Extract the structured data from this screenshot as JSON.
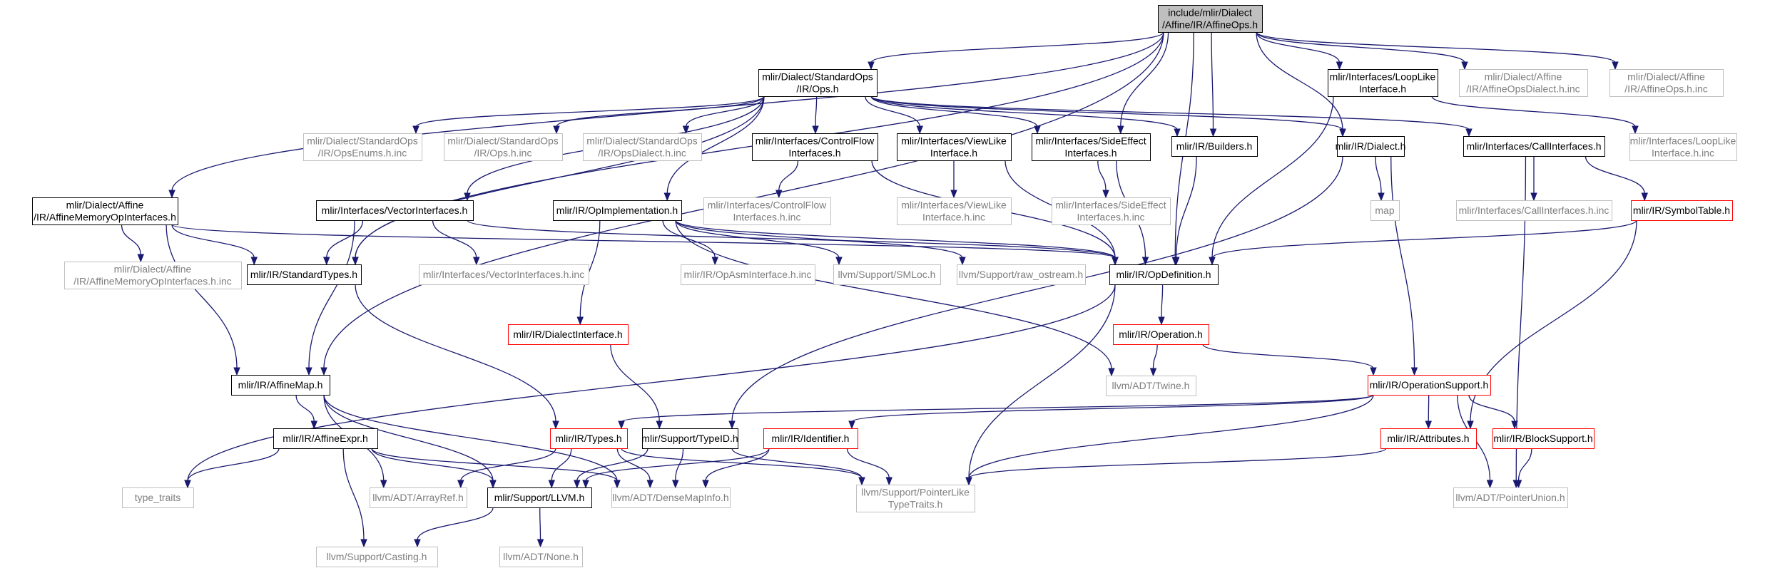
{
  "graph": {
    "title": "include/mlir/Dialect/Affine/IR/AffineOps.h",
    "colors": {
      "edge": "#191970",
      "root_fill": "#bfbfbf",
      "node_border": "#000000",
      "external_border": "#bfbfbf",
      "linked_border": "#ff0000",
      "text": "#000000",
      "external_text": "#7f7f7f"
    },
    "nodes": [
      {
        "id": "root",
        "lines": [
          "include/mlir/Dialect",
          "/Affine/IR/AffineOps.h"
        ],
        "kind": "root"
      },
      {
        "id": "std_ops",
        "lines": [
          "mlir/Dialect/StandardOps",
          "/IR/Ops.h"
        ],
        "kind": "doc"
      },
      {
        "id": "loop_like",
        "lines": [
          "mlir/Interfaces/LoopLike",
          "Interface.h"
        ],
        "kind": "doc"
      },
      {
        "id": "affine_ops_dialect_inc",
        "lines": [
          "mlir/Dialect/Affine",
          "/IR/AffineOpsDialect.h.inc"
        ],
        "kind": "ext"
      },
      {
        "id": "affine_ops_inc",
        "lines": [
          "mlir/Dialect/Affine",
          "/IR/AffineOps.h.inc"
        ],
        "kind": "ext"
      },
      {
        "id": "ops_enums_inc",
        "lines": [
          "mlir/Dialect/StandardOps",
          "/IR/OpsEnums.h.inc"
        ],
        "kind": "ext"
      },
      {
        "id": "ops_inc",
        "lines": [
          "mlir/Dialect/StandardOps",
          "/IR/Ops.h.inc"
        ],
        "kind": "ext"
      },
      {
        "id": "ops_dialect_inc",
        "lines": [
          "mlir/Dialect/StandardOps",
          "/IR/OpsDialect.h.inc"
        ],
        "kind": "ext"
      },
      {
        "id": "control_flow",
        "lines": [
          "mlir/Interfaces/ControlFlow",
          "Interfaces.h"
        ],
        "kind": "doc"
      },
      {
        "id": "view_like",
        "lines": [
          "mlir/Interfaces/ViewLike",
          "Interface.h"
        ],
        "kind": "doc"
      },
      {
        "id": "side_effect",
        "lines": [
          "mlir/Interfaces/SideEffect",
          "Interfaces.h"
        ],
        "kind": "doc"
      },
      {
        "id": "builders",
        "lines": [
          "mlir/IR/Builders.h"
        ],
        "kind": "doc"
      },
      {
        "id": "dialect",
        "lines": [
          "mlir/IR/Dialect.h"
        ],
        "kind": "doc"
      },
      {
        "id": "call_interfaces",
        "lines": [
          "mlir/Interfaces/CallInterfaces.h"
        ],
        "kind": "doc"
      },
      {
        "id": "loop_like_inc",
        "lines": [
          "mlir/Interfaces/LoopLike",
          "Interface.h.inc"
        ],
        "kind": "ext"
      },
      {
        "id": "affine_mem_op",
        "lines": [
          "mlir/Dialect/Affine",
          "/IR/AffineMemoryOpInterfaces.h"
        ],
        "kind": "doc"
      },
      {
        "id": "vector_interfaces",
        "lines": [
          "mlir/Interfaces/VectorInterfaces.h"
        ],
        "kind": "doc"
      },
      {
        "id": "op_impl",
        "lines": [
          "mlir/IR/OpImplementation.h"
        ],
        "kind": "doc"
      },
      {
        "id": "control_flow_inc",
        "lines": [
          "mlir/Interfaces/ControlFlow",
          "Interfaces.h.inc"
        ],
        "kind": "ext"
      },
      {
        "id": "view_like_inc",
        "lines": [
          "mlir/Interfaces/ViewLike",
          "Interface.h.inc"
        ],
        "kind": "ext"
      },
      {
        "id": "side_effect_inc",
        "lines": [
          "mlir/Interfaces/SideEffect",
          "Interfaces.h.inc"
        ],
        "kind": "ext"
      },
      {
        "id": "map",
        "lines": [
          "map"
        ],
        "kind": "ext"
      },
      {
        "id": "call_interfaces_inc",
        "lines": [
          "mlir/Interfaces/CallInterfaces.h.inc"
        ],
        "kind": "ext"
      },
      {
        "id": "symbol_table",
        "lines": [
          "mlir/IR/SymbolTable.h"
        ],
        "kind": "red"
      },
      {
        "id": "affine_mem_op_inc",
        "lines": [
          "mlir/Dialect/Affine",
          "/IR/AffineMemoryOpInterfaces.h.inc"
        ],
        "kind": "ext"
      },
      {
        "id": "standard_types",
        "lines": [
          "mlir/IR/StandardTypes.h"
        ],
        "kind": "doc"
      },
      {
        "id": "vector_interfaces_inc",
        "lines": [
          "mlir/Interfaces/VectorInterfaces.h.inc"
        ],
        "kind": "ext"
      },
      {
        "id": "op_asm_inc",
        "lines": [
          "mlir/IR/OpAsmInterface.h.inc"
        ],
        "kind": "ext"
      },
      {
        "id": "smloc",
        "lines": [
          "llvm/Support/SMLoc.h"
        ],
        "kind": "ext"
      },
      {
        "id": "raw_ostream",
        "lines": [
          "llvm/Support/raw_ostream.h"
        ],
        "kind": "ext"
      },
      {
        "id": "op_definition",
        "lines": [
          "mlir/IR/OpDefinition.h"
        ],
        "kind": "doc"
      },
      {
        "id": "dialect_interface",
        "lines": [
          "mlir/IR/DialectInterface.h"
        ],
        "kind": "red"
      },
      {
        "id": "operation",
        "lines": [
          "mlir/IR/Operation.h"
        ],
        "kind": "red"
      },
      {
        "id": "affine_map",
        "lines": [
          "mlir/IR/AffineMap.h"
        ],
        "kind": "doc"
      },
      {
        "id": "twine",
        "lines": [
          "llvm/ADT/Twine.h"
        ],
        "kind": "ext"
      },
      {
        "id": "operation_support",
        "lines": [
          "mlir/IR/OperationSupport.h"
        ],
        "kind": "red"
      },
      {
        "id": "affine_expr",
        "lines": [
          "mlir/IR/AffineExpr.h"
        ],
        "kind": "doc"
      },
      {
        "id": "types",
        "lines": [
          "mlir/IR/Types.h"
        ],
        "kind": "red"
      },
      {
        "id": "type_id",
        "lines": [
          "mlir/Support/TypeID.h"
        ],
        "kind": "doc"
      },
      {
        "id": "identifier",
        "lines": [
          "mlir/IR/Identifier.h"
        ],
        "kind": "red"
      },
      {
        "id": "attributes",
        "lines": [
          "mlir/IR/Attributes.h"
        ],
        "kind": "red"
      },
      {
        "id": "block_support",
        "lines": [
          "mlir/IR/BlockSupport.h"
        ],
        "kind": "red"
      },
      {
        "id": "type_traits",
        "lines": [
          "type_traits"
        ],
        "kind": "ext"
      },
      {
        "id": "array_ref",
        "lines": [
          "llvm/ADT/ArrayRef.h"
        ],
        "kind": "ext"
      },
      {
        "id": "llvm_h",
        "lines": [
          "mlir/Support/LLVM.h"
        ],
        "kind": "doc"
      },
      {
        "id": "dense_map_info",
        "lines": [
          "llvm/ADT/DenseMapInfo.h"
        ],
        "kind": "ext"
      },
      {
        "id": "pointer_like",
        "lines": [
          "llvm/Support/PointerLike",
          "TypeTraits.h"
        ],
        "kind": "ext"
      },
      {
        "id": "pointer_union",
        "lines": [
          "llvm/ADT/PointerUnion.h"
        ],
        "kind": "ext"
      },
      {
        "id": "casting",
        "lines": [
          "llvm/Support/Casting.h"
        ],
        "kind": "ext"
      },
      {
        "id": "none",
        "lines": [
          "llvm/ADT/None.h"
        ],
        "kind": "ext"
      }
    ],
    "edges": [
      [
        "root",
        "std_ops"
      ],
      [
        "root",
        "loop_like"
      ],
      [
        "root",
        "affine_ops_dialect_inc"
      ],
      [
        "root",
        "affine_ops_inc"
      ],
      [
        "root",
        "side_effect"
      ],
      [
        "root",
        "builders"
      ],
      [
        "root",
        "dialect"
      ],
      [
        "root",
        "op_definition"
      ],
      [
        "root",
        "affine_mem_op"
      ],
      [
        "root",
        "standard_types"
      ],
      [
        "root",
        "affine_map"
      ],
      [
        "std_ops",
        "ops_enums_inc"
      ],
      [
        "std_ops",
        "ops_inc"
      ],
      [
        "std_ops",
        "ops_dialect_inc"
      ],
      [
        "std_ops",
        "control_flow"
      ],
      [
        "std_ops",
        "view_like"
      ],
      [
        "std_ops",
        "side_effect"
      ],
      [
        "std_ops",
        "builders"
      ],
      [
        "std_ops",
        "dialect"
      ],
      [
        "std_ops",
        "call_interfaces"
      ],
      [
        "std_ops",
        "vector_interfaces"
      ],
      [
        "std_ops",
        "op_impl"
      ],
      [
        "std_ops",
        "standard_types"
      ],
      [
        "loop_like",
        "op_definition"
      ],
      [
        "loop_like",
        "loop_like_inc"
      ],
      [
        "control_flow",
        "control_flow_inc"
      ],
      [
        "control_flow",
        "op_definition"
      ],
      [
        "view_like",
        "view_like_inc"
      ],
      [
        "view_like",
        "op_definition"
      ],
      [
        "side_effect",
        "side_effect_inc"
      ],
      [
        "side_effect",
        "op_definition"
      ],
      [
        "builders",
        "op_definition"
      ],
      [
        "dialect",
        "map"
      ],
      [
        "dialect",
        "operation_support"
      ],
      [
        "dialect",
        "type_id"
      ],
      [
        "call_interfaces",
        "call_interfaces_inc"
      ],
      [
        "call_interfaces",
        "symbol_table"
      ],
      [
        "call_interfaces",
        "pointer_union"
      ],
      [
        "symbol_table",
        "op_definition"
      ],
      [
        "symbol_table",
        "attributes"
      ],
      [
        "affine_mem_op",
        "affine_mem_op_inc"
      ],
      [
        "affine_mem_op",
        "standard_types"
      ],
      [
        "affine_mem_op",
        "op_definition"
      ],
      [
        "affine_mem_op",
        "affine_map"
      ],
      [
        "vector_interfaces",
        "standard_types"
      ],
      [
        "vector_interfaces",
        "vector_interfaces_inc"
      ],
      [
        "vector_interfaces",
        "op_definition"
      ],
      [
        "vector_interfaces",
        "affine_map"
      ],
      [
        "op_impl",
        "op_asm_inc"
      ],
      [
        "op_impl",
        "smloc"
      ],
      [
        "op_impl",
        "raw_ostream"
      ],
      [
        "op_impl",
        "op_definition"
      ],
      [
        "op_impl",
        "dialect_interface"
      ],
      [
        "op_impl",
        "twine"
      ],
      [
        "standard_types",
        "types"
      ],
      [
        "op_definition",
        "operation"
      ],
      [
        "op_definition",
        "type_traits"
      ],
      [
        "op_definition",
        "pointer_like"
      ],
      [
        "dialect_interface",
        "type_id"
      ],
      [
        "operation",
        "twine"
      ],
      [
        "operation",
        "operation_support"
      ],
      [
        "affine_map",
        "affine_expr"
      ],
      [
        "affine_map",
        "llvm_h"
      ],
      [
        "affine_map",
        "array_ref"
      ],
      [
        "affine_map",
        "dense_map_info"
      ],
      [
        "operation_support",
        "types"
      ],
      [
        "operation_support",
        "identifier"
      ],
      [
        "operation_support",
        "attributes"
      ],
      [
        "operation_support",
        "block_support"
      ],
      [
        "operation_support",
        "pointer_like"
      ],
      [
        "operation_support",
        "pointer_union"
      ],
      [
        "affine_expr",
        "type_traits"
      ],
      [
        "affine_expr",
        "casting"
      ],
      [
        "affine_expr",
        "llvm_h"
      ],
      [
        "affine_expr",
        "dense_map_info"
      ],
      [
        "types",
        "array_ref"
      ],
      [
        "types",
        "dense_map_info"
      ],
      [
        "types",
        "pointer_like"
      ],
      [
        "types",
        "llvm_h"
      ],
      [
        "type_id",
        "llvm_h"
      ],
      [
        "type_id",
        "dense_map_info"
      ],
      [
        "type_id",
        "pointer_like"
      ],
      [
        "identifier",
        "llvm_h"
      ],
      [
        "identifier",
        "dense_map_info"
      ],
      [
        "identifier",
        "pointer_like"
      ],
      [
        "attributes",
        "pointer_like"
      ],
      [
        "block_support",
        "pointer_union"
      ],
      [
        "llvm_h",
        "casting"
      ],
      [
        "llvm_h",
        "none"
      ]
    ]
  }
}
